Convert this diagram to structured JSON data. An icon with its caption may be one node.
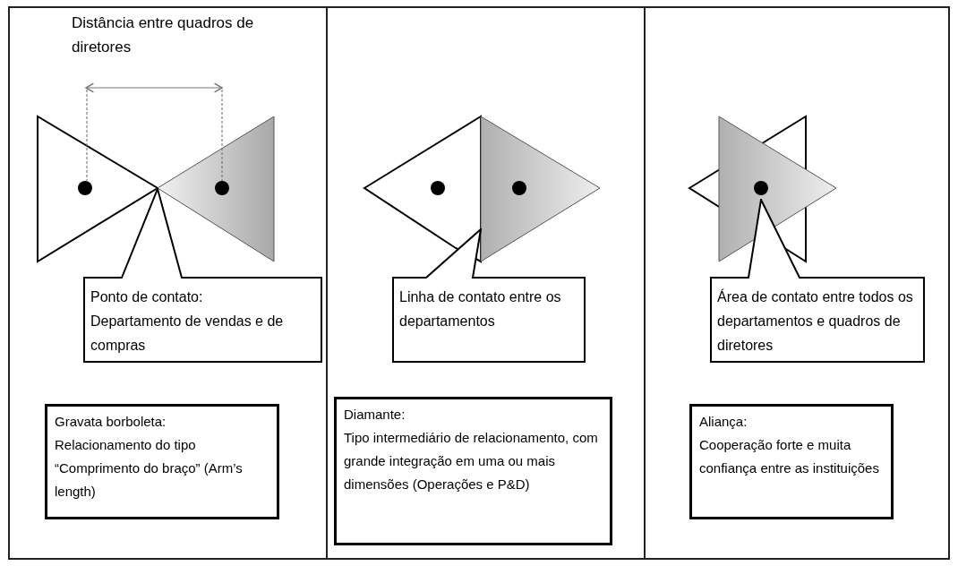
{
  "diagram": {
    "nodes": [
      {
        "text": [
          "Ponto de contato:",
          "Departamento de vendas e de compras"
        ]
      },
      {
        "text": [
          "Linha de contato entre os departamentos"
        ]
      },
      {
        "text": [
          "Área de contato entre todos os departamentos e quadros de diretores"
        ]
      },
      {
        "text": [
          "Gravata borboleta:",
          "Relacionamento do tipo “Comprimento do braço” (Arm’s length)"
        ]
      },
      {
        "text": [
          "Diamante:",
          "Tipo intermediário de relacionamento, com grande integração em uma ou mais dimensões (Operações e P&D)"
        ]
      },
      {
        "text": [
          "Aliança:",
          "Cooperação forte e muita confiança entre as instituições"
        ]
      }
    ],
    "labels": [
      "Distância entre quadros de diretores"
    ]
  }
}
